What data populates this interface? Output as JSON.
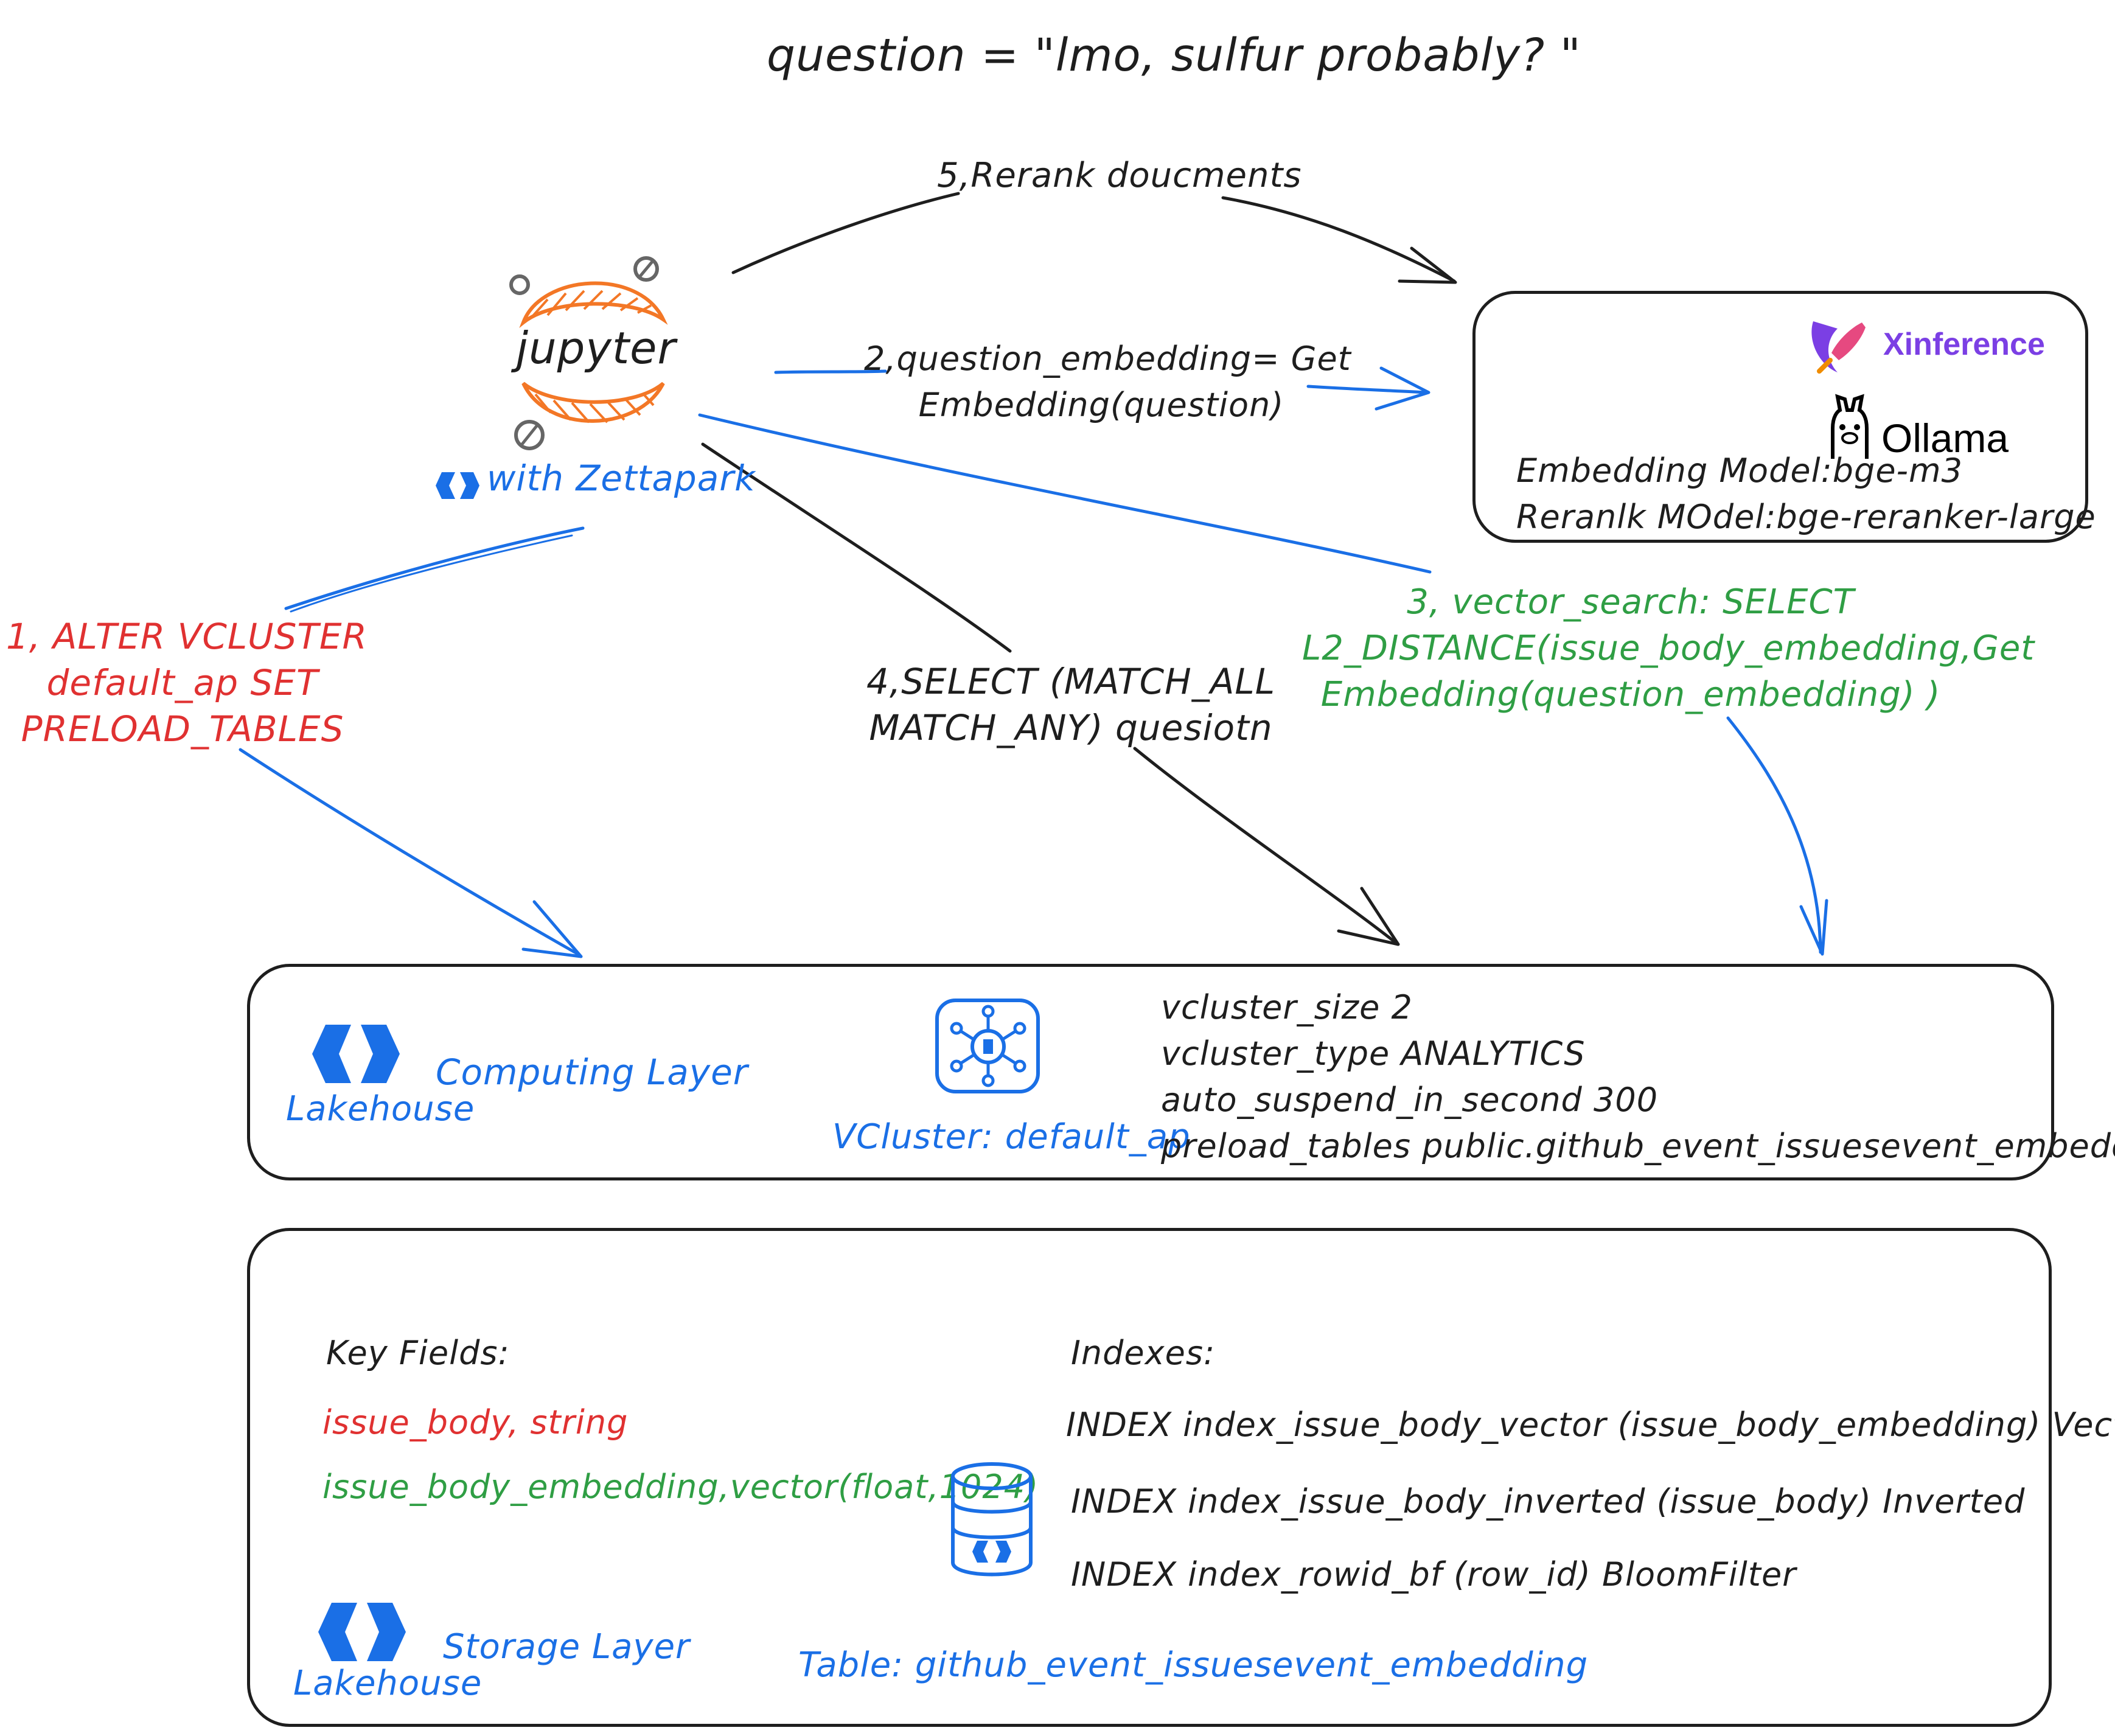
{
  "question_title": "question = \"lmo, sulfur probably? \"",
  "jupyter": {
    "label": "jupyter",
    "with_label": "with Zettapark"
  },
  "model_server": {
    "xinference_label": "Xinference",
    "ollama_label": "Ollama",
    "embedding_model": "Embedding Model:bge-m3",
    "rerank_model": "Reranlk MOdel:bge-reranker-large"
  },
  "steps": {
    "step1": [
      "1, ALTER VCLUSTER",
      "default_ap SET",
      "PRELOAD_TABLES"
    ],
    "step2": [
      "2,question_embedding= Get",
      "Embedding(question)"
    ],
    "step3": [
      "3, vector_search: SELECT",
      "L2_DISTANCE(issue_body_embedding,Get",
      "Embedding(question_embedding) )"
    ],
    "step4": [
      "4,SELECT (MATCH_ALL",
      "MATCH_ANY) quesiotn"
    ],
    "step5": "5,Rerank doucments"
  },
  "computing_layer": {
    "brand": "Lakehouse",
    "layer_label": "Computing Layer",
    "vcluster_label": "VCluster: default_ap",
    "props": [
      "vcluster_size 2",
      "vcluster_type ANALYTICS",
      "auto_suspend_in_second 300",
      "preload_tables public.github_event_issuesevent_embedding"
    ]
  },
  "storage_layer": {
    "brand": "Lakehouse",
    "layer_label": "Storage Layer",
    "key_fields_title": "Key Fields:",
    "field_1": "issue_body, string",
    "field_2": "issue_body_embedding,vector(float,1024)",
    "indexes_title": "Indexes:",
    "indexes": [
      "INDEX index_issue_body_vector (issue_body_embedding) Vector",
      "INDEX index_issue_body_inverted (issue_body) Inverted",
      "INDEX index_rowid_bf (row_id) BloomFilter"
    ],
    "table_label": "Table: github_event_issuesevent_embedding"
  },
  "colors": {
    "blue": "#1a6fe6",
    "red": "#e03131",
    "green": "#2f9e44",
    "orange": "#f37726",
    "purple": "#7b3fe4",
    "dark": "#1e1e1e"
  }
}
